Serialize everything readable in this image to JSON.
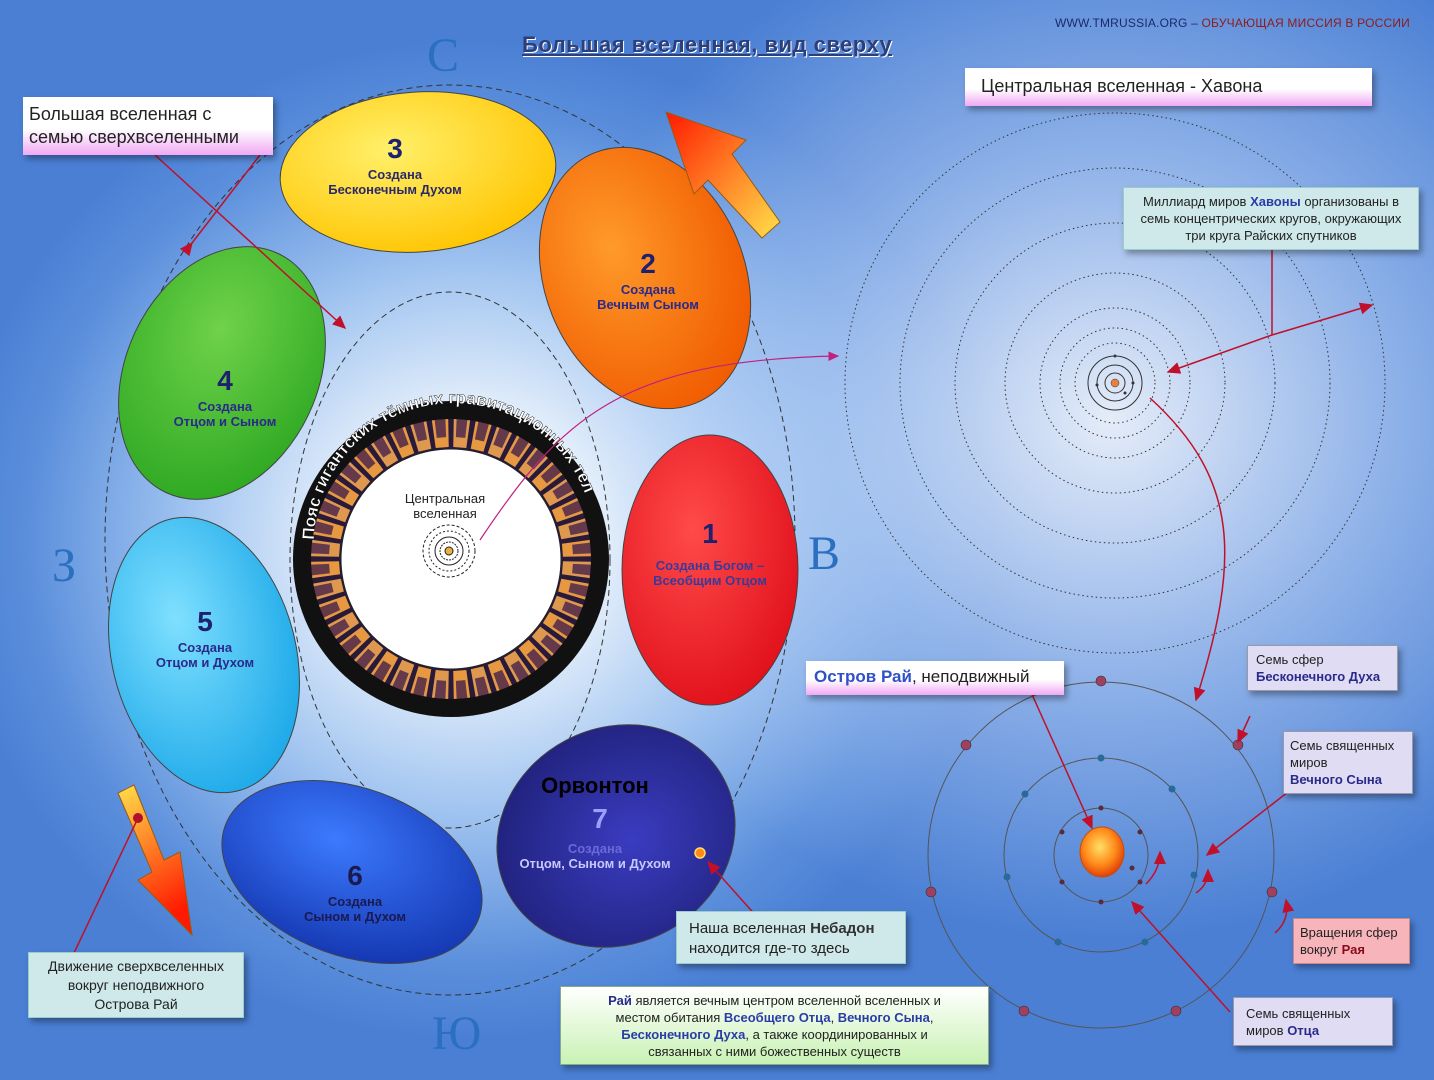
{
  "header": {
    "site": "WWW.TMRUSSIA.ORG",
    "site_dash": " – ",
    "site_mission": "ОБУЧАЮЩАЯ МИССИЯ В РОССИИ",
    "title": "Большая вселенная, вид сверху"
  },
  "compass": {
    "north": "С",
    "east": "В",
    "south": "Ю",
    "west": "З"
  },
  "superuniverses": [
    {
      "num": "1",
      "line1": "Создана Богом –",
      "line2": "Всеобщим Отцом",
      "color": "#e8141c"
    },
    {
      "num": "2",
      "line1": "Создана",
      "line2": "Вечным Сыном",
      "color": "#ff6a00"
    },
    {
      "num": "3",
      "line1": "Создана",
      "line2": "Бесконечным Духом",
      "color": "#ffd100"
    },
    {
      "num": "4",
      "line1": "Создана",
      "line2": "Отцом и Сыном",
      "color": "#3bb52a"
    },
    {
      "num": "5",
      "line1": "Создана",
      "line2": "Отцом и Духом",
      "color": "#1fb7ec"
    },
    {
      "num": "6",
      "line1": "Создана",
      "line2": "Сыном и Духом",
      "color": "#1b49c8"
    },
    {
      "num": "7",
      "name": "Орвонтон",
      "line1": "Создана",
      "line2": "Отцом, Сыном и Духом",
      "color": "#23248a"
    }
  ],
  "belt_label": "Пояс гигантских тёмных гравитационных тел",
  "center": {
    "line1": "Центральная",
    "line2": "вселенная"
  },
  "callouts": {
    "grand_universe": {
      "line1": "Большая вселенная с",
      "line2": "семью сверхвселенными"
    },
    "havona_title": "Центральная вселенная - Хавона",
    "havona_desc": {
      "p1": "Миллиард миров ",
      "hl": "Хавоны",
      "p2": " организованы в",
      "line2": "семь концентрических кругов, окружающих",
      "line3": "три круга Райских спутников"
    },
    "paradise": {
      "hl": "Остров Рай",
      "rest": ", неподвижный"
    },
    "spirit_spheres": {
      "line1": "Семь сфер",
      "line2": "Бесконечного Духа"
    },
    "son_worlds": {
      "line1": "Семь священных",
      "line2": "миров",
      "line3": "Вечного Сына"
    },
    "rotation": {
      "line1": "Вращения сфер",
      "line2a": "вокруг ",
      "line2b": "Рая"
    },
    "father_worlds": {
      "line1": "Семь священных",
      "line2a": "миров ",
      "line2b": "Отца"
    },
    "nebadon": {
      "line1a": "Наша вселенная ",
      "line1b": "Небадон",
      "line2": "находится  где-то здесь"
    },
    "movement": {
      "line1": "Движение  сверхвселенных",
      "line2": "вокруг неподвижного",
      "line3": "Острова Рай"
    },
    "paradise_desc": {
      "w1": "Рай",
      "t1": " является вечным центром вселенной вселенных и",
      "t2": "местом обитания ",
      "w2": "Всеобщего Отца",
      "t3": ", ",
      "w3": "Вечного Сына",
      "t4": ",",
      "w4": "Бесконечного Духа",
      "t5": ", а также координированных и",
      "t6": "связанных с ними божественных существ"
    }
  }
}
